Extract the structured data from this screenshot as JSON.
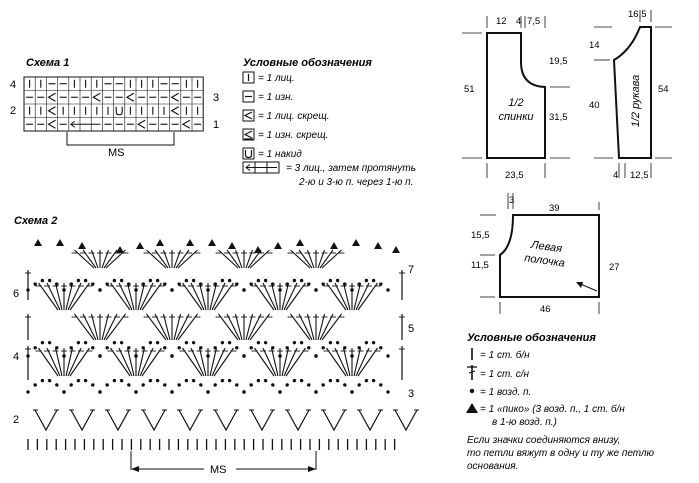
{
  "scheme1": {
    "title": "Схема 1",
    "row_labels": [
      "4",
      "3",
      "2",
      "1"
    ],
    "repeat_label": "MS",
    "legend": {
      "title": "Условные обозначения",
      "items": [
        {
          "icon": "knit-stitch-icon",
          "text": "= 1 лиц."
        },
        {
          "icon": "purl-stitch-icon",
          "text": "= 1 изн."
        },
        {
          "icon": "knit-crossed-icon",
          "text": "= 1 лиц. скрещ."
        },
        {
          "icon": "purl-crossed-icon",
          "text": "= 1 изн. скрещ."
        },
        {
          "icon": "yarn-over-icon",
          "text": "= 1 накид"
        },
        {
          "icon": "three-stitch-arrow-icon",
          "text": "= 3 лиц., затем протянуть"
        }
      ],
      "item_continuation": "2-ю и 3-ю п. через 1-ю п."
    }
  },
  "scheme2": {
    "title": "Схема 2",
    "row_labels": [
      "7",
      "6",
      "5",
      "4",
      "3",
      "2"
    ],
    "repeat_label": "MS",
    "legend": {
      "title": "Условные обозначения",
      "items": [
        {
          "icon": "single-crochet-icon",
          "text": "= 1 ст. б/н"
        },
        {
          "icon": "double-crochet-icon",
          "text": "= 1 ст. с/н"
        },
        {
          "icon": "chain-stitch-icon",
          "text": "= 1 возд. п."
        },
        {
          "icon": "picot-icon",
          "text": "= 1 «пико» (3 возд. п., 1 ст. б/н"
        }
      ],
      "item_continuation": "в 1-ю возд. п.)",
      "note_lines": [
        "Если значки соединяются внизу,",
        "то петли вяжут в одну и ту же петлю",
        "основания."
      ]
    }
  },
  "back": {
    "label_lines": [
      "1/2",
      "спинки"
    ],
    "dims": {
      "top_neck": "12",
      "top_mid": "4",
      "top_shoulder": "7,5",
      "right_upper": "19,5",
      "right_lower": "31,5",
      "left_height": "51",
      "bottom": "23,5"
    }
  },
  "sleeve": {
    "label": "1/2 рукава",
    "dims": {
      "top": "16,5",
      "left_top": "14",
      "left_mid": "40",
      "right": "54",
      "bottom_small": "4",
      "bottom_width": "12,5"
    }
  },
  "front": {
    "label_lines": [
      "Левая",
      "полочка"
    ],
    "dims": {
      "top_small": "3",
      "top": "39",
      "left_upper": "15,5",
      "left_lower": "11,5",
      "right": "27",
      "bottom": "46"
    }
  }
}
